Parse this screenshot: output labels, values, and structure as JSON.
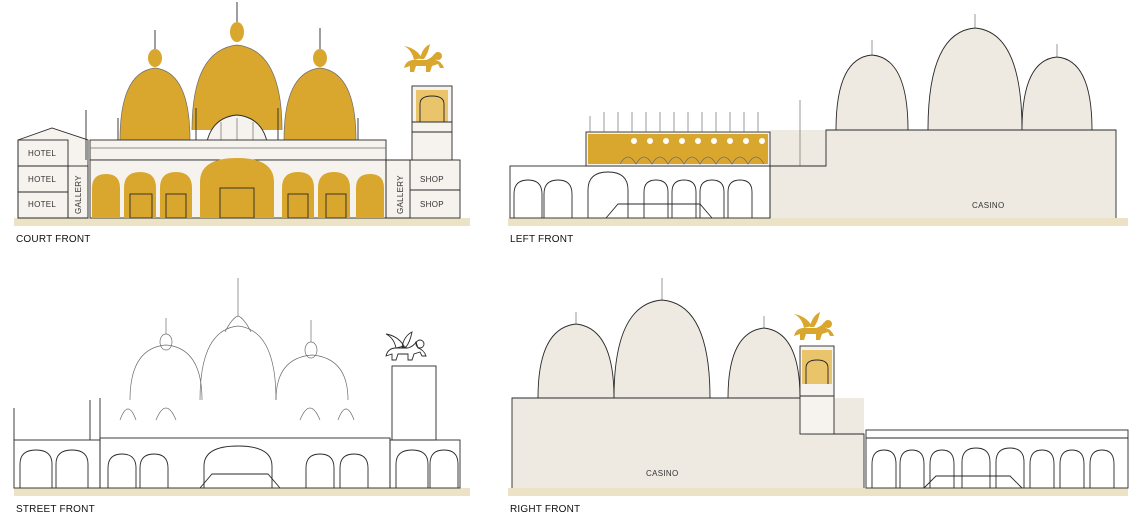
{
  "elevations": {
    "court_front": {
      "title": "COURT FRONT",
      "labels": {
        "hotel_1": "HOTEL",
        "hotel_2": "HOTEL",
        "hotel_3": "HOTEL",
        "gallery_left": "GALLERY",
        "gallery_right": "GALLERY",
        "shop_1": "SHOP",
        "shop_2": "SHOP"
      }
    },
    "left_front": {
      "title": "LEFT FRONT",
      "labels": {
        "casino": "CASINO"
      }
    },
    "street_front": {
      "title": "STREET FRONT"
    },
    "right_front": {
      "title": "RIGHT FRONT",
      "labels": {
        "casino": "CASINO"
      }
    }
  },
  "colors": {
    "gold": "#d9a62e",
    "gold_light": "#e9c46a",
    "paper": "#efeae1",
    "ground": "#ece3c6",
    "ink": "#2a2a2a"
  },
  "icons": [
    "winged-lion-icon"
  ]
}
